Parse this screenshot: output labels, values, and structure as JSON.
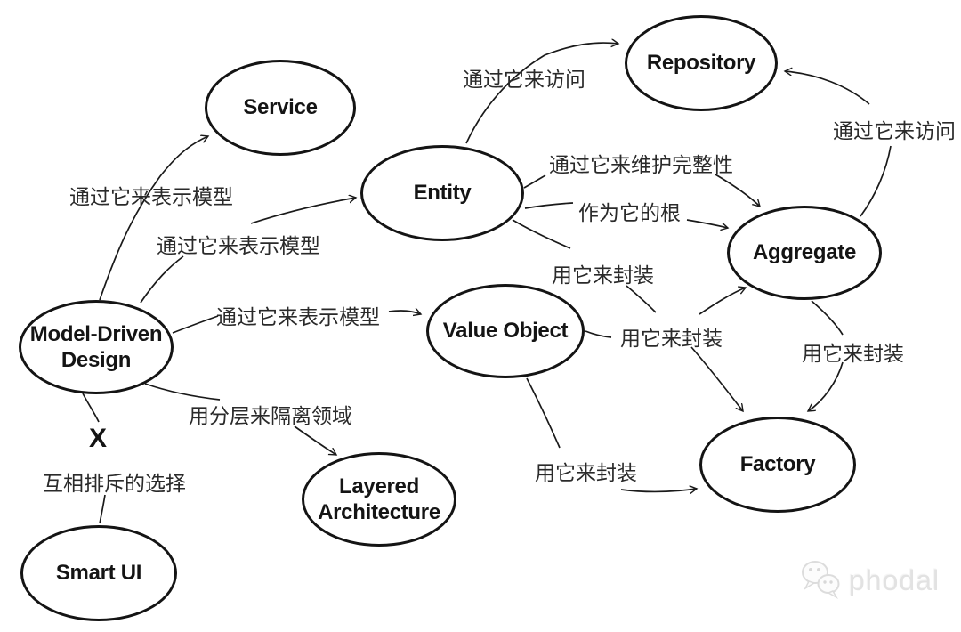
{
  "nodes": {
    "service": {
      "label": "Service"
    },
    "repository": {
      "label": "Repository"
    },
    "entity": {
      "label": "Entity"
    },
    "aggregate": {
      "label": "Aggregate"
    },
    "mdd": {
      "line1": "Model-Driven",
      "line2": "Design"
    },
    "value_object": {
      "label": "Value Object"
    },
    "layered": {
      "line1": "Layered",
      "line2": "Architecture"
    },
    "factory": {
      "label": "Factory"
    },
    "smart_ui": {
      "label": "Smart UI"
    }
  },
  "edge_labels": {
    "access_top": "通过它来访问",
    "access_right": "通过它来访问",
    "maintain_integrity": "通过它来维护完整性",
    "act_as_root": "作为它的根",
    "encapsulate_entity": "用它来封装",
    "encapsulate_mid": "用它来封装",
    "encapsulate_right": "用它来封装",
    "encapsulate_bottom": "用它来封装",
    "express_model_service": "通过它来表示模型",
    "express_model_entity": "通过它来表示模型",
    "express_model_vo": "通过它来表示模型",
    "isolate_domain": "用分层来隔离领域",
    "mutually_exclusive": "互相排斥的选择",
    "exclusive_marker": "X"
  },
  "watermark": {
    "text": "phodal",
    "icon": "wechat-icon"
  },
  "colors": {
    "stroke": "#1a1a1a",
    "node_border": "#141414",
    "label_text": "#2a2a2a",
    "watermark": "#e2e2e2",
    "background": "#ffffff"
  }
}
